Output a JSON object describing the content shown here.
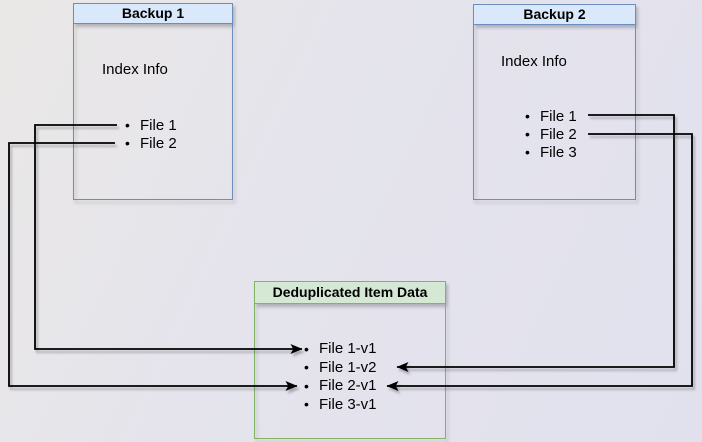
{
  "diagram": {
    "backup1": {
      "title": "Backup 1",
      "section_label": "Index Info",
      "files": [
        "File 1",
        "File 2"
      ]
    },
    "backup2": {
      "title": "Backup 2",
      "section_label": "Index Info",
      "files": [
        "File 1",
        "File 2",
        "File 3"
      ]
    },
    "dedup": {
      "title": "Deduplicated Item Data",
      "items": [
        "File 1-v1",
        "File 1-v2",
        "File 2-v1",
        "File 3-v1"
      ]
    },
    "connections": [
      {
        "from": "Backup 1 / File 1",
        "to": "File 1-v1"
      },
      {
        "from": "Backup 1 / File 2",
        "to": "File 2-v1"
      },
      {
        "from": "Backup 2 / File 1",
        "to": "File 1-v2"
      },
      {
        "from": "Backup 2 / File 2",
        "to": "File 2-v1"
      }
    ],
    "colors": {
      "background_start": "#eae8e6",
      "background_end": "#e1e1ee",
      "blue_box_border": "#6c8ebf",
      "blue_box_title_fill": "#dae8fc",
      "green_box_border": "#82b366",
      "green_box_title_fill": "#d5e8d4",
      "connector": "#000000",
      "text": "#000000"
    }
  }
}
